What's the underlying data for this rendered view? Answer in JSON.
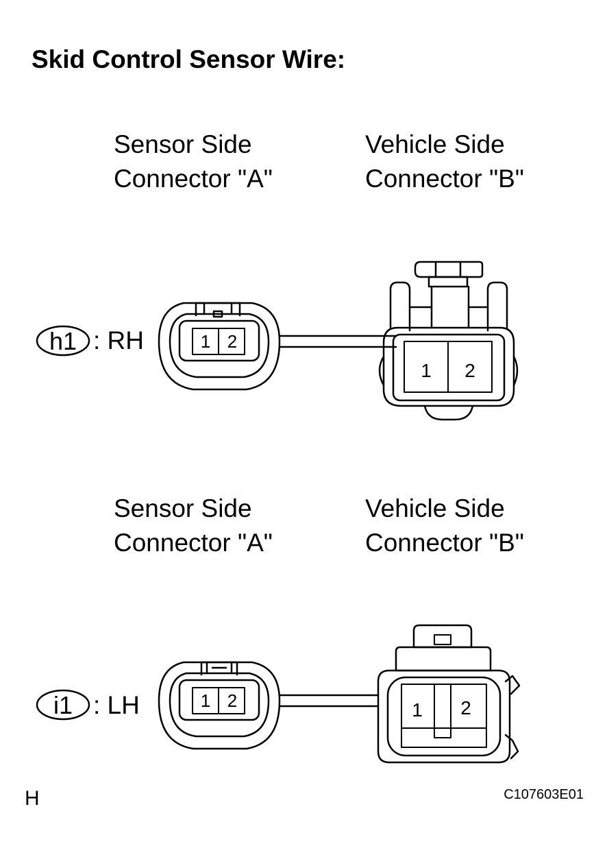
{
  "title": "Skid Control Sensor Wire:",
  "sections": [
    {
      "sensor_label": [
        "Sensor Side",
        "Connector \"A\""
      ],
      "vehicle_label": [
        "Vehicle Side",
        "Connector \"B\""
      ],
      "code": "h1",
      "side": ": RH",
      "sensor_pins": [
        "1",
        "2"
      ],
      "vehicle_pins": [
        "1",
        "2"
      ]
    },
    {
      "sensor_label": [
        "Sensor Side",
        "Connector \"A\""
      ],
      "vehicle_label": [
        "Vehicle Side",
        "Connector \"B\""
      ],
      "code": "i1",
      "side": ": LH",
      "sensor_pins": [
        "1",
        "2"
      ],
      "vehicle_pins": [
        "1",
        "2"
      ]
    }
  ],
  "footer": {
    "left": "H",
    "right": "C107603E01"
  }
}
